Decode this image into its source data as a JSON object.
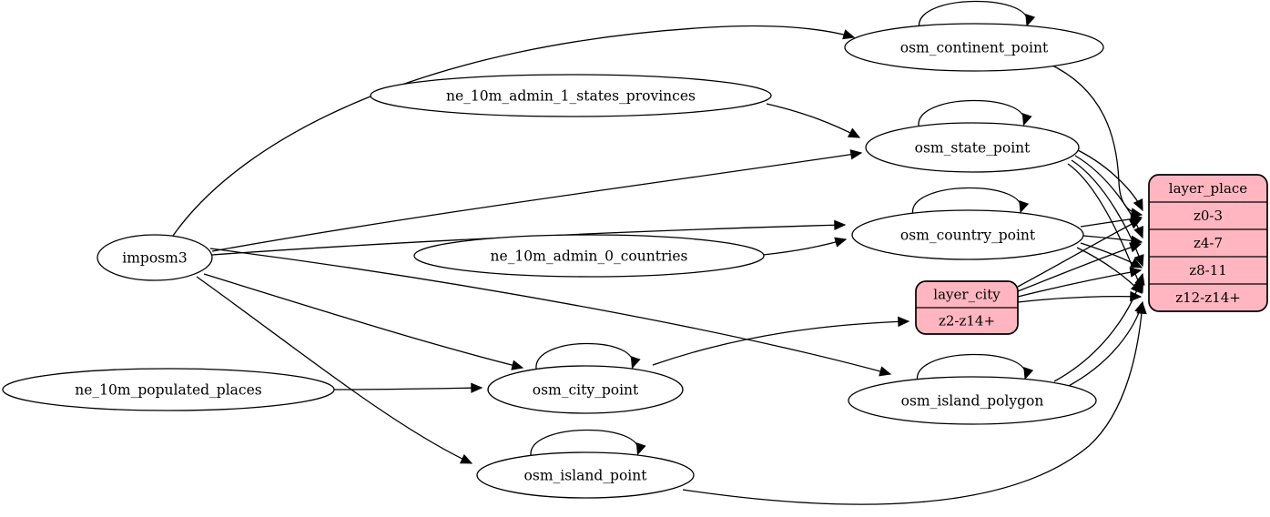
{
  "diagram": {
    "type": "etl-dependency-graph",
    "colors": {
      "background": "#ffffff",
      "node_fill": "#ffffff",
      "node_stroke": "#000000",
      "record_fill": "#ffb6c1",
      "record_stroke": "#000000",
      "edge": "#000000"
    },
    "nodes": [
      {
        "id": "imposm3",
        "shape": "ellipse",
        "label": "imposm3"
      },
      {
        "id": "ne_10m_admin_1_states_provinces",
        "shape": "ellipse",
        "label": "ne_10m_admin_1_states_provinces"
      },
      {
        "id": "ne_10m_admin_0_countries",
        "shape": "ellipse",
        "label": "ne_10m_admin_0_countries"
      },
      {
        "id": "ne_10m_populated_places",
        "shape": "ellipse",
        "label": "ne_10m_populated_places"
      },
      {
        "id": "osm_continent_point",
        "shape": "ellipse",
        "label": "osm_continent_point",
        "self_loop": true
      },
      {
        "id": "osm_state_point",
        "shape": "ellipse",
        "label": "osm_state_point",
        "self_loop": true
      },
      {
        "id": "osm_country_point",
        "shape": "ellipse",
        "label": "osm_country_point",
        "self_loop": true
      },
      {
        "id": "osm_city_point",
        "shape": "ellipse",
        "label": "osm_city_point",
        "self_loop": true
      },
      {
        "id": "osm_island_polygon",
        "shape": "ellipse",
        "label": "osm_island_polygon",
        "self_loop": true
      },
      {
        "id": "osm_island_point",
        "shape": "ellipse",
        "label": "osm_island_point",
        "self_loop": true
      },
      {
        "id": "layer_city",
        "shape": "record",
        "header": "layer_city",
        "rows": [
          "z2-z14+"
        ]
      },
      {
        "id": "layer_place",
        "shape": "record",
        "header": "layer_place",
        "rows": [
          "z0-3",
          "z4-7",
          "z8-11",
          "z12-z14+"
        ]
      }
    ],
    "edges": [
      {
        "from": "imposm3",
        "to": "osm_continent_point"
      },
      {
        "from": "imposm3",
        "to": "osm_state_point"
      },
      {
        "from": "imposm3",
        "to": "osm_country_point"
      },
      {
        "from": "imposm3",
        "to": "osm_city_point"
      },
      {
        "from": "imposm3",
        "to": "osm_island_polygon"
      },
      {
        "from": "imposm3",
        "to": "osm_island_point"
      },
      {
        "from": "ne_10m_admin_1_states_provinces",
        "to": "osm_state_point"
      },
      {
        "from": "ne_10m_admin_0_countries",
        "to": "osm_country_point"
      },
      {
        "from": "ne_10m_populated_places",
        "to": "osm_city_point"
      },
      {
        "from": "osm_continent_point",
        "to": "osm_continent_point"
      },
      {
        "from": "osm_state_point",
        "to": "osm_state_point"
      },
      {
        "from": "osm_country_point",
        "to": "osm_country_point"
      },
      {
        "from": "osm_city_point",
        "to": "osm_city_point"
      },
      {
        "from": "osm_island_polygon",
        "to": "osm_island_polygon"
      },
      {
        "from": "osm_island_point",
        "to": "osm_island_point"
      },
      {
        "from": "osm_continent_point",
        "to": "layer_place",
        "row": "z0-3"
      },
      {
        "from": "osm_state_point",
        "to": "layer_place",
        "row": "z0-3"
      },
      {
        "from": "osm_state_point",
        "to": "layer_place",
        "row": "z4-7"
      },
      {
        "from": "osm_state_point",
        "to": "layer_place",
        "row": "z8-11"
      },
      {
        "from": "osm_state_point",
        "to": "layer_place",
        "row": "z12-z14+"
      },
      {
        "from": "osm_country_point",
        "to": "layer_place",
        "row": "z0-3"
      },
      {
        "from": "osm_country_point",
        "to": "layer_place",
        "row": "z4-7"
      },
      {
        "from": "osm_country_point",
        "to": "layer_place",
        "row": "z8-11"
      },
      {
        "from": "osm_country_point",
        "to": "layer_place",
        "row": "z12-z14+"
      },
      {
        "from": "osm_city_point",
        "to": "layer_city",
        "row": "z2-z14+"
      },
      {
        "from": "layer_city",
        "to": "layer_place",
        "row": "z0-3"
      },
      {
        "from": "layer_city",
        "to": "layer_place",
        "row": "z4-7"
      },
      {
        "from": "layer_city",
        "to": "layer_place",
        "row": "z8-11"
      },
      {
        "from": "layer_city",
        "to": "layer_place",
        "row": "z12-z14+"
      },
      {
        "from": "osm_island_polygon",
        "to": "layer_place",
        "row": "z8-11"
      },
      {
        "from": "osm_island_polygon",
        "to": "layer_place",
        "row": "z12-z14+"
      },
      {
        "from": "osm_island_point",
        "to": "layer_place",
        "row": "z12-z14+"
      }
    ]
  }
}
